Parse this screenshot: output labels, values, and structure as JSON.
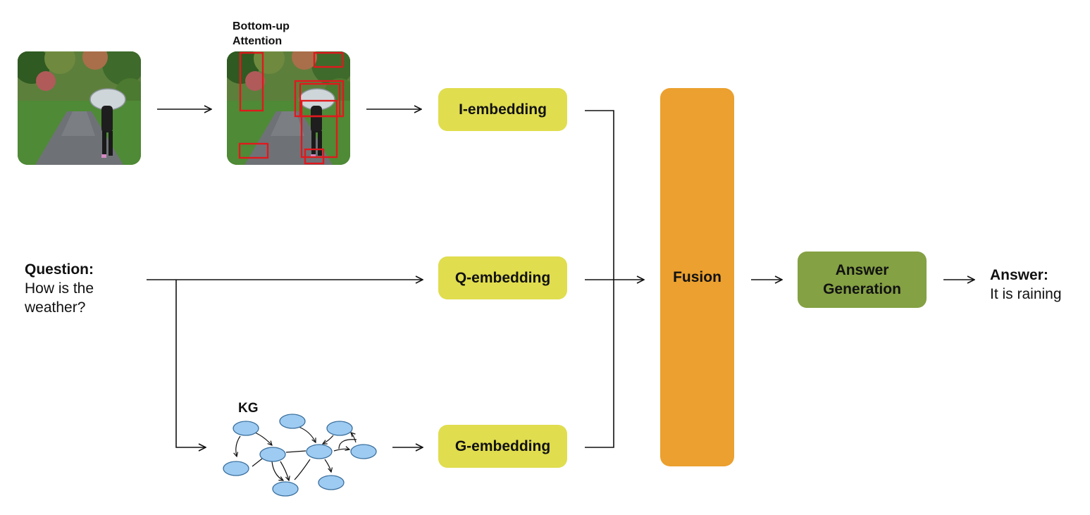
{
  "attention_label_line1": "Bottom-up",
  "attention_label_line2": "Attention",
  "question": {
    "label": "Question:",
    "line1": "How is the",
    "line2": "weather?"
  },
  "kg_label": "KG",
  "embeddings": {
    "image": "I-embedding",
    "question": "Q-embedding",
    "graph": "G-embedding"
  },
  "fusion_label": "Fusion",
  "answer_generation": {
    "line1": "Answer",
    "line2": "Generation"
  },
  "answer": {
    "label": "Answer:",
    "text": "It is raining"
  },
  "colors": {
    "embedding": "#e0dd4f",
    "fusion": "#eba02f",
    "answer_generation": "#84a143",
    "kg_node": "#9ecbf2",
    "attention_box": "#e0191e"
  }
}
